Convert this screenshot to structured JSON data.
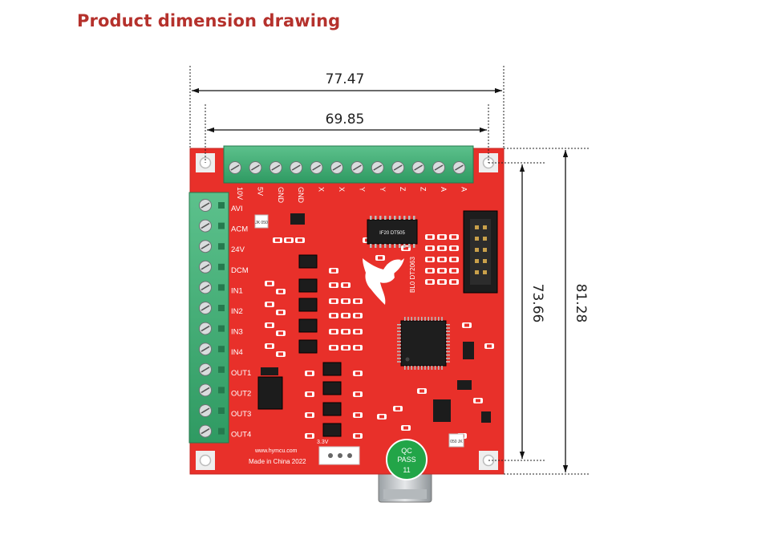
{
  "title": "Product dimension drawing",
  "dimensions": {
    "outer_width": "77.47",
    "hole_width": "69.85",
    "hole_height": "73.66",
    "outer_height": "81.28"
  },
  "board": {
    "top_terminal_labels": [
      "10V",
      "5V",
      "GND",
      "GND",
      "X",
      "X",
      "Y",
      "Y",
      "Z",
      "Z",
      "A",
      "A"
    ],
    "left_terminal_labels": [
      "AVI",
      "ACM",
      "24V",
      "DCM",
      "IN1",
      "IN2",
      "IN3",
      "IN4",
      "OUT1",
      "OUT2",
      "OUT3",
      "OUT4"
    ],
    "website": "www.hymcu.com",
    "made_in": "Made in China 2022",
    "voltage_label": "3.3V",
    "qc_line1": "QC",
    "qc_line2": "PASS",
    "qc_number": "11",
    "ic_label": "BL0 DT2063",
    "chip_marking": "IF20 DT505",
    "sticker_top": "JK 050",
    "sticker_bottom": "050 JK"
  },
  "colors": {
    "pcb": "#e8302a",
    "terminal": "#3fae74",
    "title": "#b5312c",
    "qc_sticker": "#22a548"
  }
}
